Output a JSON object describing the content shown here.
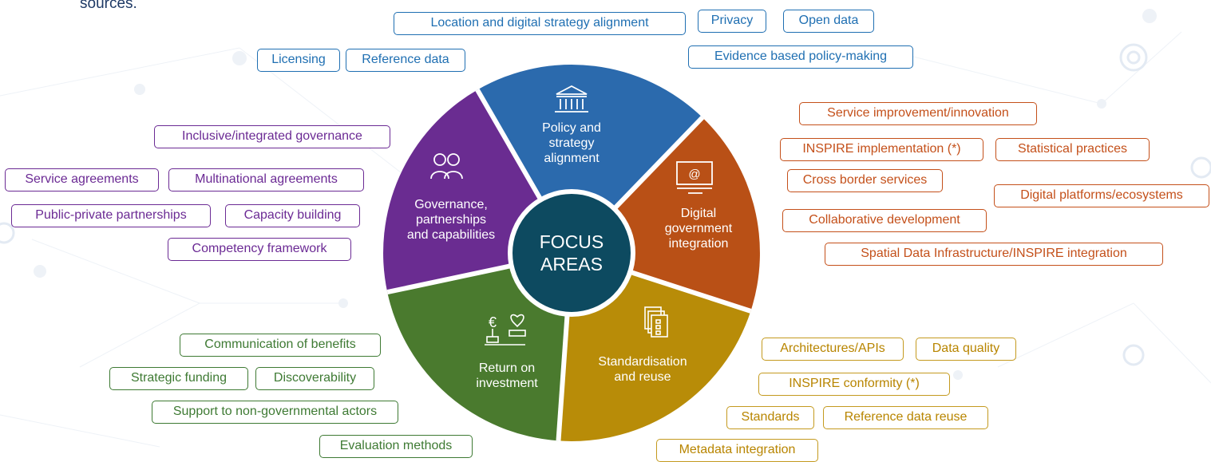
{
  "intro": {
    "text": "sources."
  },
  "center": {
    "label": "FOCUS\nAREAS",
    "color": "#0d4a60"
  },
  "segments": [
    {
      "id": "policy",
      "label": "Policy and\nstrategy\nalignment",
      "color": "#2b6aad",
      "icon": "government-building-icon"
    },
    {
      "id": "digital",
      "label": "Digital\ngovernment\nintegration",
      "color": "#b95016",
      "icon": "computer-at-sign-icon"
    },
    {
      "id": "standard",
      "label": "Standardisation\nand reuse",
      "color": "#b88c08",
      "icon": "document-stack-icon"
    },
    {
      "id": "roi",
      "label": "Return on\ninvestment",
      "color": "#4a7a2e",
      "icon": "euro-heart-scale-icon"
    },
    {
      "id": "gov",
      "label": "Governance,\npartnerships\nand capabilities",
      "color": "#6a2c91",
      "icon": "people-icon"
    }
  ],
  "tags": {
    "blue": [
      "Location and digital strategy alignment",
      "Privacy",
      "Open data",
      "Licensing",
      "Reference data",
      "Evidence based policy-making"
    ],
    "orange": [
      "Service improvement/innovation",
      "INSPIRE implementation (*)",
      "Statistical practices",
      "Cross border services",
      "Digital platforms/ecosystems",
      "Collaborative development",
      "Spatial Data Infrastructure/INSPIRE integration"
    ],
    "purple": [
      "Inclusive/integrated governance",
      "Service agreements",
      "Multinational agreements",
      "Public-private partnerships",
      "Capacity building",
      "Competency framework"
    ],
    "green": [
      "Communication of benefits",
      "Strategic funding",
      "Discoverability",
      "Support to non-governmental actors",
      "Evaluation methods"
    ],
    "gold": [
      "Architectures/APIs",
      "Data quality",
      "INSPIRE conformity (*)",
      "Standards",
      "Reference data reuse",
      "Metadata integration"
    ]
  }
}
